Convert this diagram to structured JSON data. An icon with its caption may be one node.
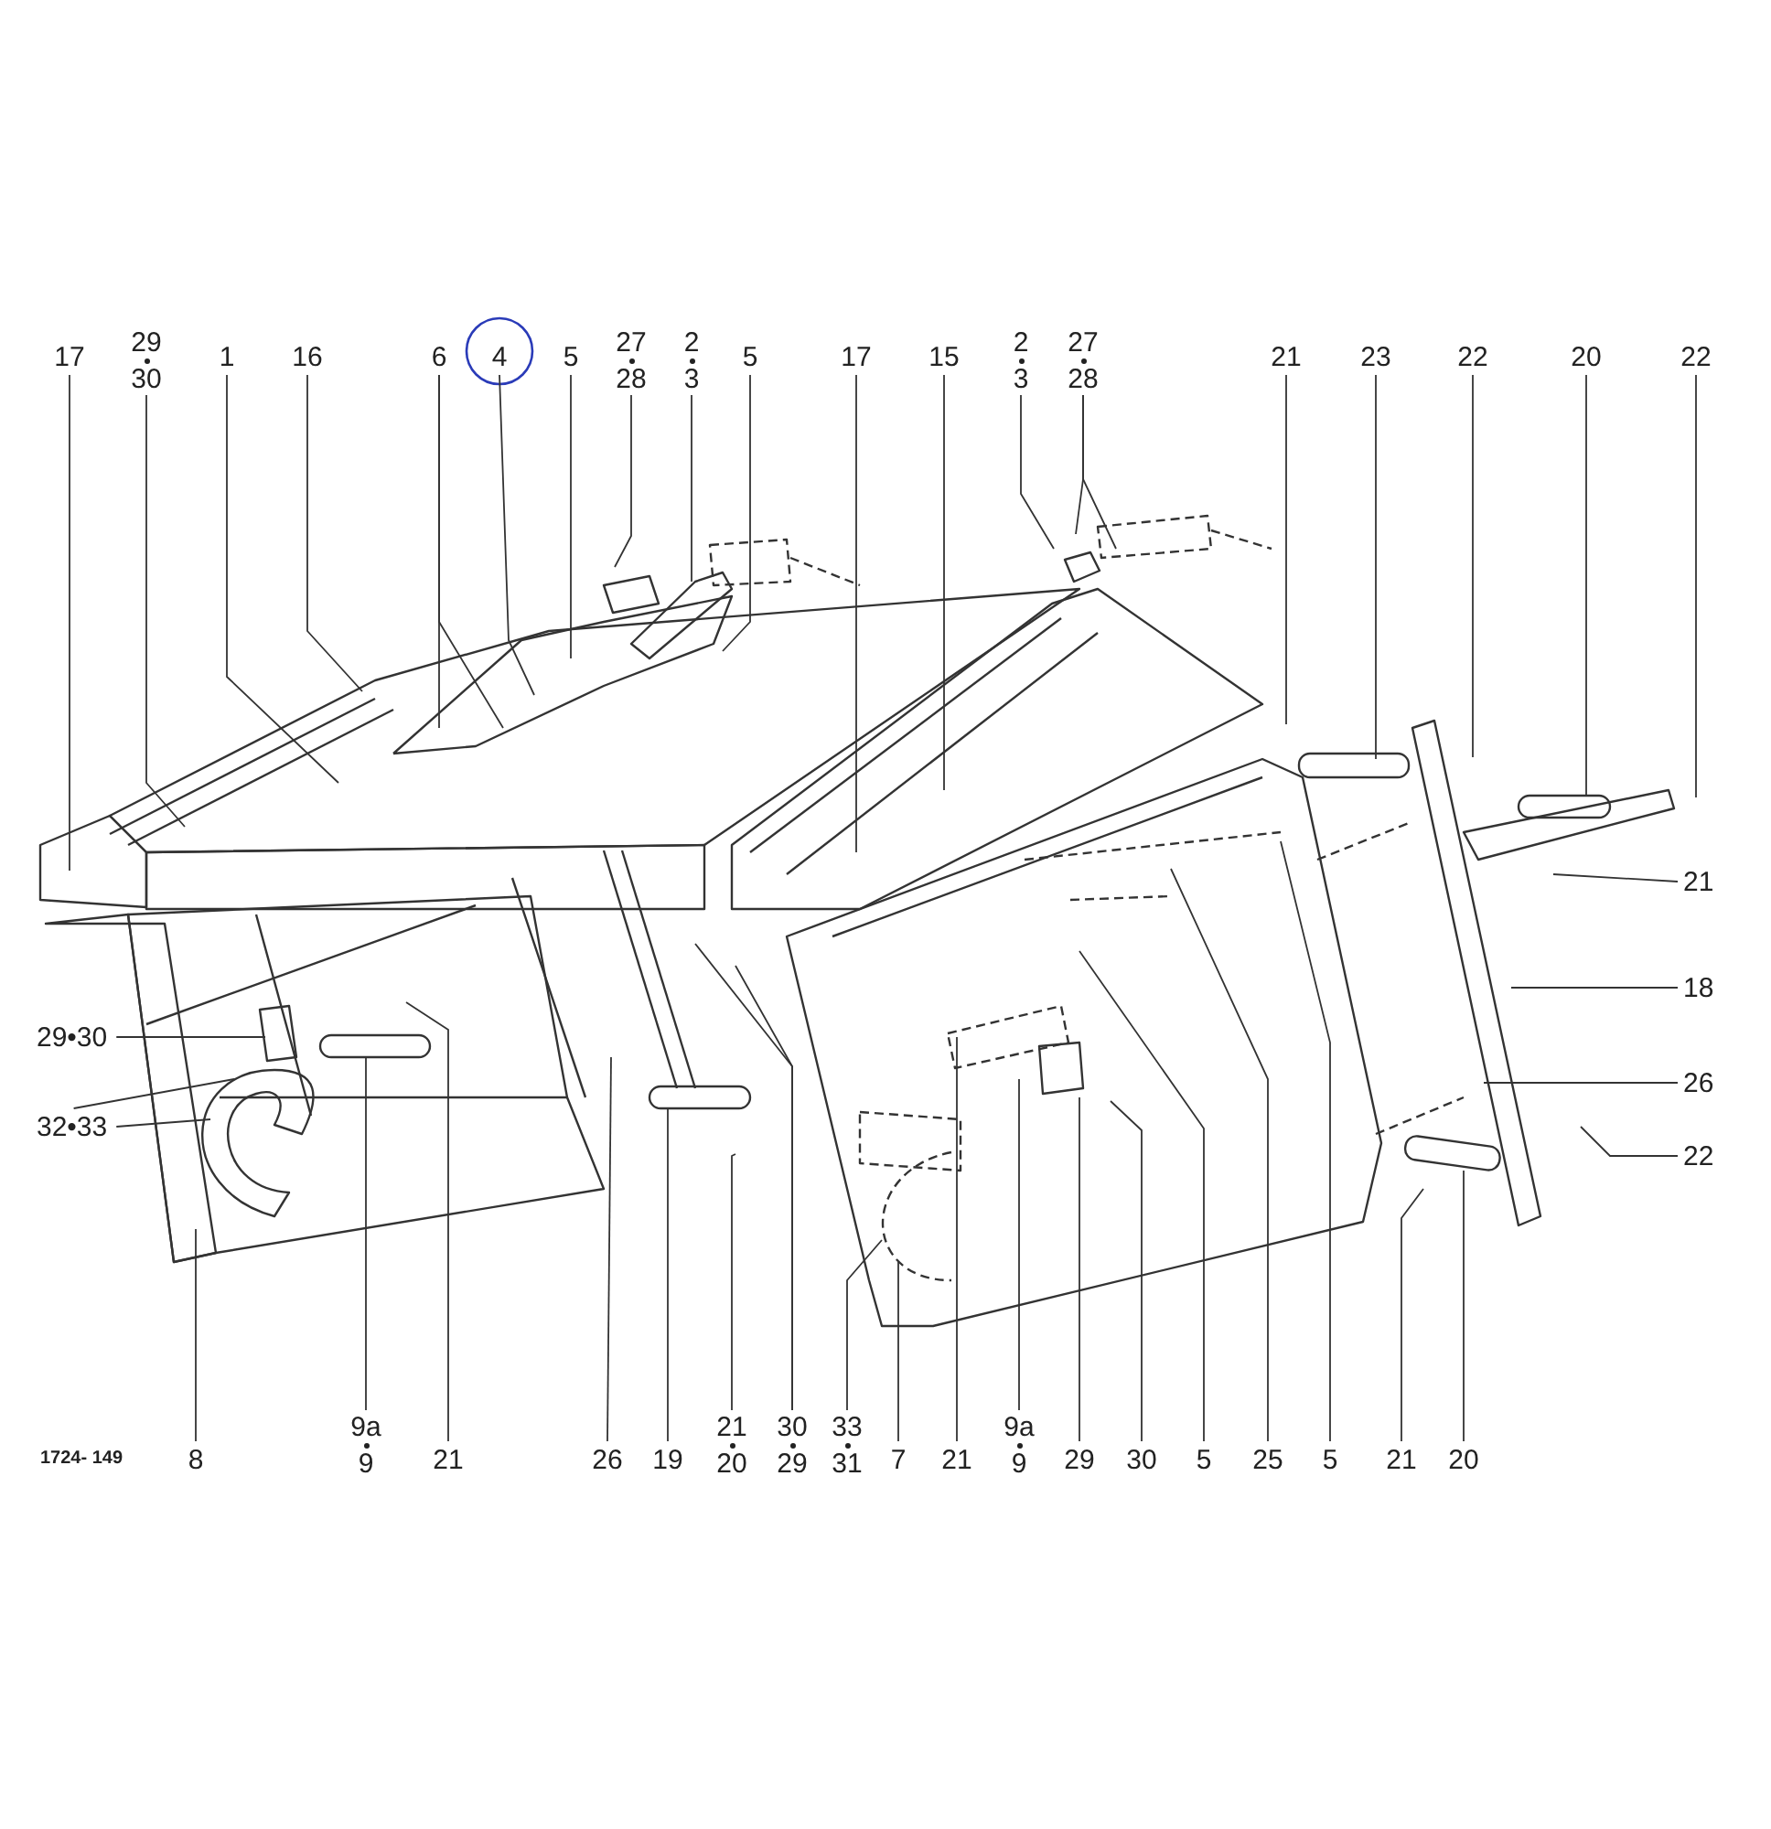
{
  "diagram": {
    "nodes": [
      {
        "text": [
          "17"
        ]
      },
      {
        "text": [
          "29",
          "30"
        ]
      },
      {
        "text": [
          "1"
        ]
      },
      {
        "text": [
          "16"
        ]
      },
      {
        "text": [
          "6"
        ]
      },
      {
        "text": [
          "4"
        ]
      },
      {
        "text": [
          "5"
        ]
      },
      {
        "text": [
          "27",
          "28"
        ]
      },
      {
        "text": [
          "2",
          "3"
        ]
      },
      {
        "text": [
          "5"
        ]
      },
      {
        "text": [
          "17"
        ]
      },
      {
        "text": [
          "15"
        ]
      },
      {
        "text": [
          "2",
          "3"
        ]
      },
      {
        "text": [
          "27",
          "28"
        ]
      },
      {
        "text": [
          "21"
        ]
      },
      {
        "text": [
          "23"
        ]
      },
      {
        "text": [
          "22"
        ]
      },
      {
        "text": [
          "20"
        ]
      },
      {
        "text": [
          "22"
        ]
      },
      {
        "text": [
          "21"
        ]
      },
      {
        "text": [
          "18"
        ]
      },
      {
        "text": [
          "26"
        ]
      },
      {
        "text": [
          "22"
        ]
      },
      {
        "text": [
          "29•30"
        ]
      },
      {
        "text": [
          "32•33"
        ]
      },
      {
        "text": [
          "8"
        ]
      },
      {
        "text": [
          "9a",
          "9"
        ]
      },
      {
        "text": [
          "21"
        ]
      },
      {
        "text": [
          "26"
        ]
      },
      {
        "text": [
          "19"
        ]
      },
      {
        "text": [
          "21",
          "20"
        ]
      },
      {
        "text": [
          "30",
          "29"
        ]
      },
      {
        "text": [
          "33",
          "31"
        ]
      },
      {
        "text": [
          "7"
        ]
      },
      {
        "text": [
          "21"
        ]
      },
      {
        "text": [
          "9a",
          "9"
        ]
      },
      {
        "text": [
          "29"
        ]
      },
      {
        "text": [
          "30"
        ]
      },
      {
        "text": [
          "5"
        ]
      },
      {
        "text": [
          "25"
        ]
      },
      {
        "text": [
          "5"
        ]
      },
      {
        "text": [
          "21"
        ]
      },
      {
        "text": [
          "20"
        ]
      }
    ],
    "edges": [
      {
        "from": 0,
        "to": null,
        "arrow": "none"
      },
      {
        "from": 1,
        "to": null,
        "arrow": "none"
      },
      {
        "from": 2,
        "to": null,
        "arrow": "none"
      },
      {
        "from": 3,
        "to": null,
        "arrow": "none"
      },
      {
        "from": 4,
        "to": null,
        "arrow": "none"
      },
      {
        "from": 4,
        "to": null,
        "arrow": "none"
      },
      {
        "from": 5,
        "to": null,
        "arrow": "none"
      },
      {
        "from": 6,
        "to": null,
        "arrow": "none"
      },
      {
        "from": 7,
        "to": null,
        "arrow": "none"
      },
      {
        "from": 8,
        "to": null,
        "arrow": "none"
      },
      {
        "from": 9,
        "to": null,
        "arrow": "none"
      },
      {
        "from": 10,
        "to": null,
        "arrow": "none"
      },
      {
        "from": 11,
        "to": null,
        "arrow": "none"
      },
      {
        "from": 12,
        "to": null,
        "arrow": "none"
      },
      {
        "from": 13,
        "to": null,
        "arrow": "none"
      },
      {
        "from": 13,
        "to": null,
        "arrow": "none"
      },
      {
        "from": 14,
        "to": null,
        "arrow": "none"
      },
      {
        "from": 15,
        "to": null,
        "arrow": "none"
      },
      {
        "from": 16,
        "to": null,
        "arrow": "none"
      },
      {
        "from": 17,
        "to": null,
        "arrow": "none"
      },
      {
        "from": 18,
        "to": null,
        "arrow": "none"
      },
      {
        "from": 19,
        "to": null,
        "arrow": "none"
      },
      {
        "from": 20,
        "to": null,
        "arrow": "none"
      },
      {
        "from": 21,
        "to": null,
        "arrow": "none"
      },
      {
        "from": 22,
        "to": null,
        "arrow": "none"
      },
      {
        "from": 23,
        "to": null,
        "arrow": "none"
      },
      {
        "from": 24,
        "to": null,
        "arrow": "none"
      },
      {
        "from": 24,
        "to": null,
        "arrow": "none"
      },
      {
        "from": 25,
        "to": null,
        "arrow": "none"
      },
      {
        "from": 26,
        "to": null,
        "arrow": "none"
      },
      {
        "from": 27,
        "to": null,
        "arrow": "none"
      },
      {
        "from": 28,
        "to": null,
        "arrow": "none"
      },
      {
        "from": 29,
        "to": null,
        "arrow": "none"
      },
      {
        "from": 30,
        "to": null,
        "arrow": "none"
      },
      {
        "from": 31,
        "to": null,
        "arrow": "none"
      },
      {
        "from": 31,
        "to": null,
        "arrow": "none"
      },
      {
        "from": 32,
        "to": null,
        "arrow": "none"
      },
      {
        "from": 33,
        "to": null,
        "arrow": "none"
      },
      {
        "from": 34,
        "to": null,
        "arrow": "none"
      },
      {
        "from": 35,
        "to": null,
        "arrow": "none"
      },
      {
        "from": 36,
        "to": null,
        "arrow": "none"
      },
      {
        "from": 37,
        "to": null,
        "arrow": "none"
      },
      {
        "from": 38,
        "to": null,
        "arrow": "none"
      },
      {
        "from": 39,
        "to": null,
        "arrow": "none"
      },
      {
        "from": 40,
        "to": null,
        "arrow": "none"
      },
      {
        "from": 41,
        "to": null,
        "arrow": "none"
      },
      {
        "from": 42,
        "to": null,
        "arrow": "none"
      }
    ],
    "labels": [
      "1724- 149"
    ]
  }
}
